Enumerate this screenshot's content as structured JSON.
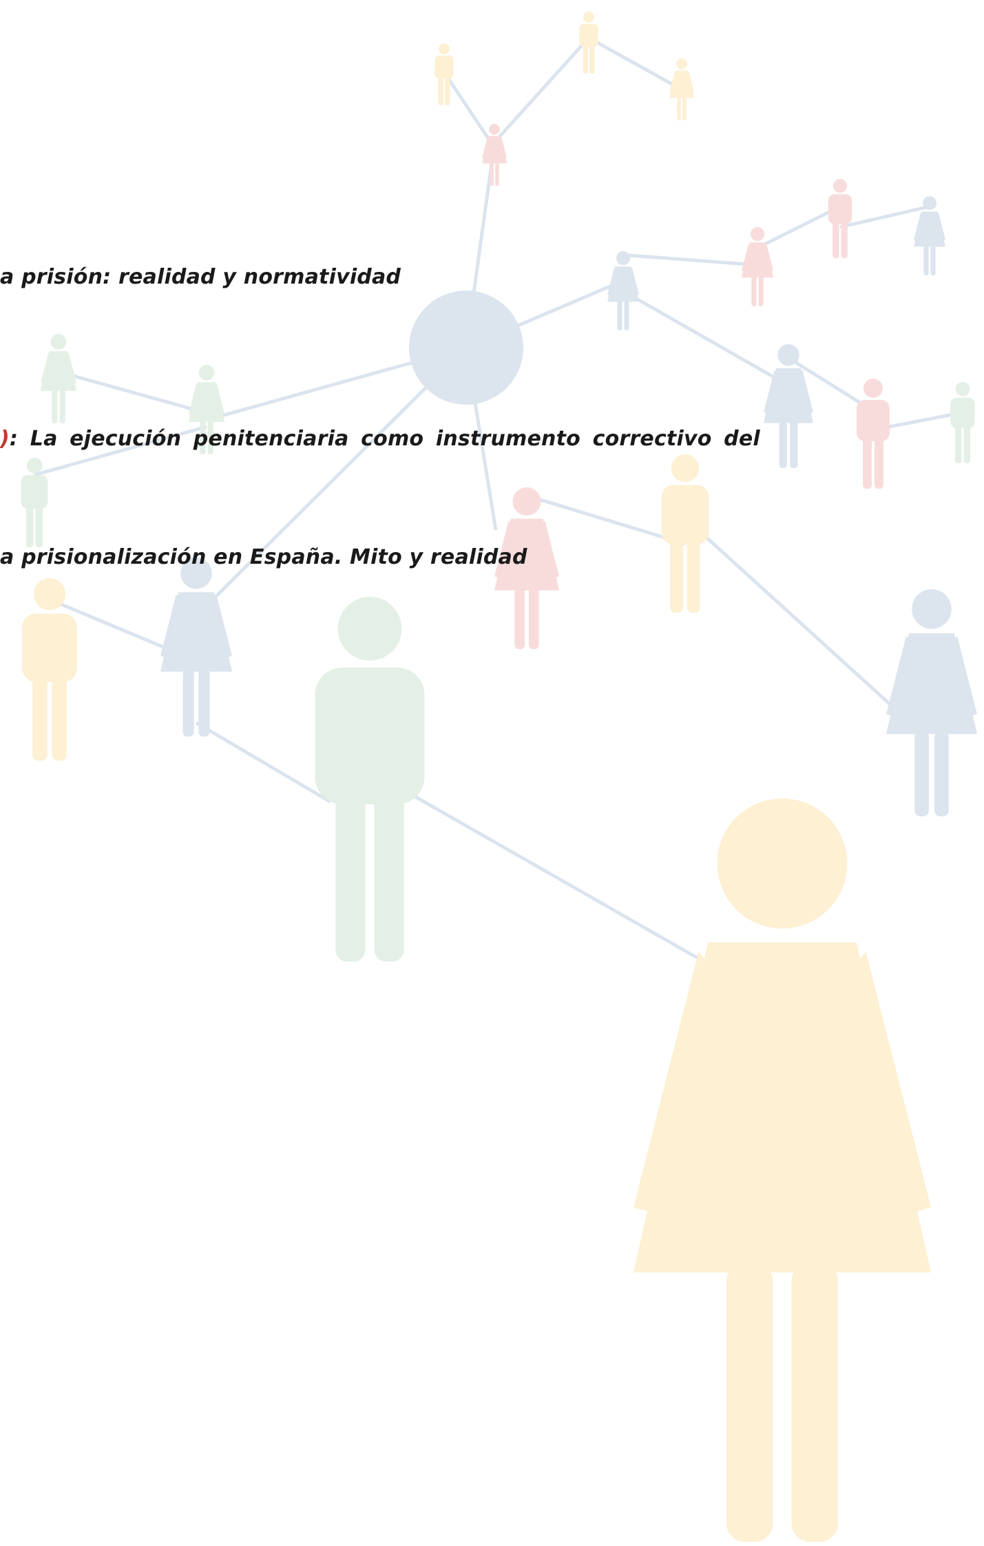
{
  "document": {
    "references": [
      {
        "title_fragment": "a prisión: realidad y normatividad"
      },
      {
        "paren_fragment": ")",
        "separator": ": ",
        "title_fragment": "La ejecución penitenciaria como instrumento correctivo del"
      },
      {
        "title_fragment": "a prisionalización en España. Mito y realidad"
      }
    ]
  },
  "background": {
    "description": "people-network",
    "colors": {
      "blue": "#dce5ee",
      "yellow": "#fdf0d3",
      "green": "#e4f0e6",
      "red": "#f8dcdc",
      "link": "#dbe4ee"
    }
  }
}
